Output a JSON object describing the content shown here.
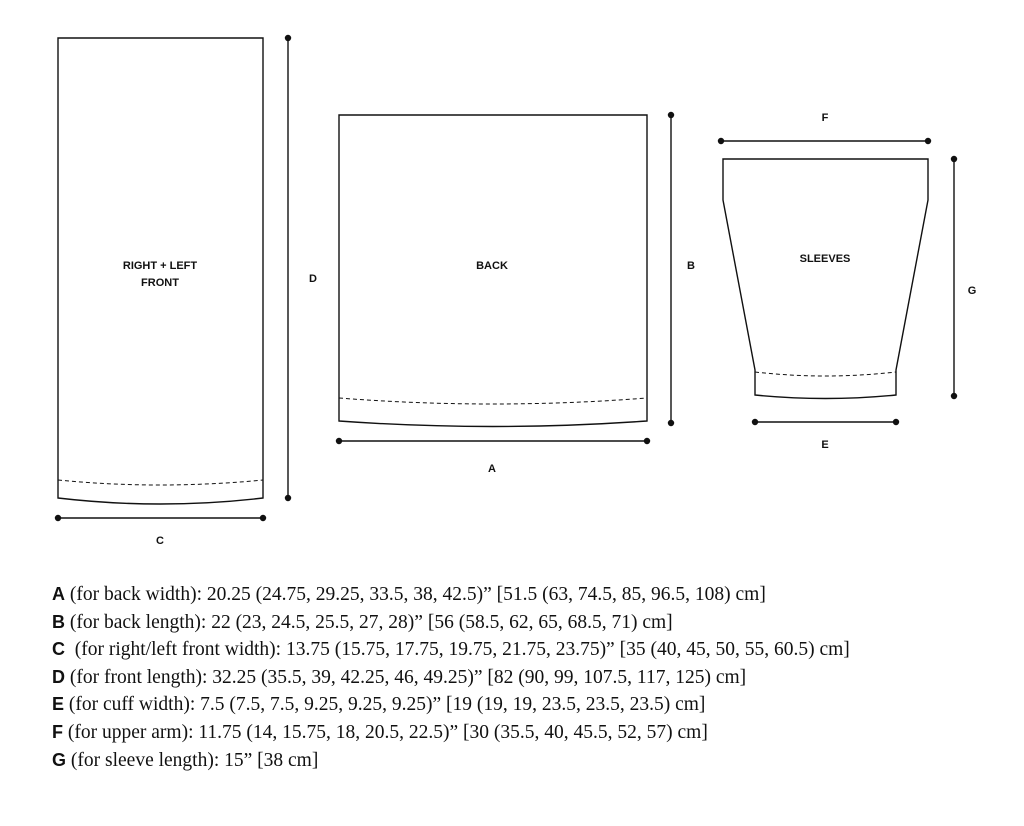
{
  "pieces": {
    "front": "RIGHT + LEFT",
    "front_line2": "FRONT",
    "back": "BACK",
    "sleeves": "SLEEVES"
  },
  "dimension_labels": {
    "A": "A",
    "B": "B",
    "C": "C",
    "D": "D",
    "E": "E",
    "F": "F",
    "G": "G"
  },
  "measurements": [
    {
      "key": "A",
      "text": " (for back width): 20.25 (24.75, 29.25, 33.5, 38, 42.5)” [51.5 (63, 74.5, 85, 96.5, 108) cm]"
    },
    {
      "key": "B",
      "text": " (for back length): 22 (23, 24.5, 25.5, 27, 28)” [56 (58.5, 62, 65, 68.5, 71) cm]"
    },
    {
      "key": "C",
      "text": "  (for right/left front width): 13.75 (15.75, 17.75, 19.75, 21.75, 23.75)” [35 (40, 45, 50, 55, 60.5) cm]"
    },
    {
      "key": "D",
      "text": " (for front length): 32.25 (35.5, 39, 42.25, 46, 49.25)” [82 (90, 99, 107.5, 117, 125) cm]"
    },
    {
      "key": "E",
      "text": " (for cuff width): 7.5 (7.5, 7.5, 9.25, 9.25, 9.25)” [19 (19, 19, 23.5, 23.5, 23.5) cm]"
    },
    {
      "key": "F",
      "text": " (for upper arm): 11.75 (14, 15.75, 18, 20.5, 22.5)” [30 (35.5, 40, 45.5, 52, 57) cm]"
    },
    {
      "key": "G",
      "text": " (for sleeve length): 15” [38 cm]"
    }
  ]
}
